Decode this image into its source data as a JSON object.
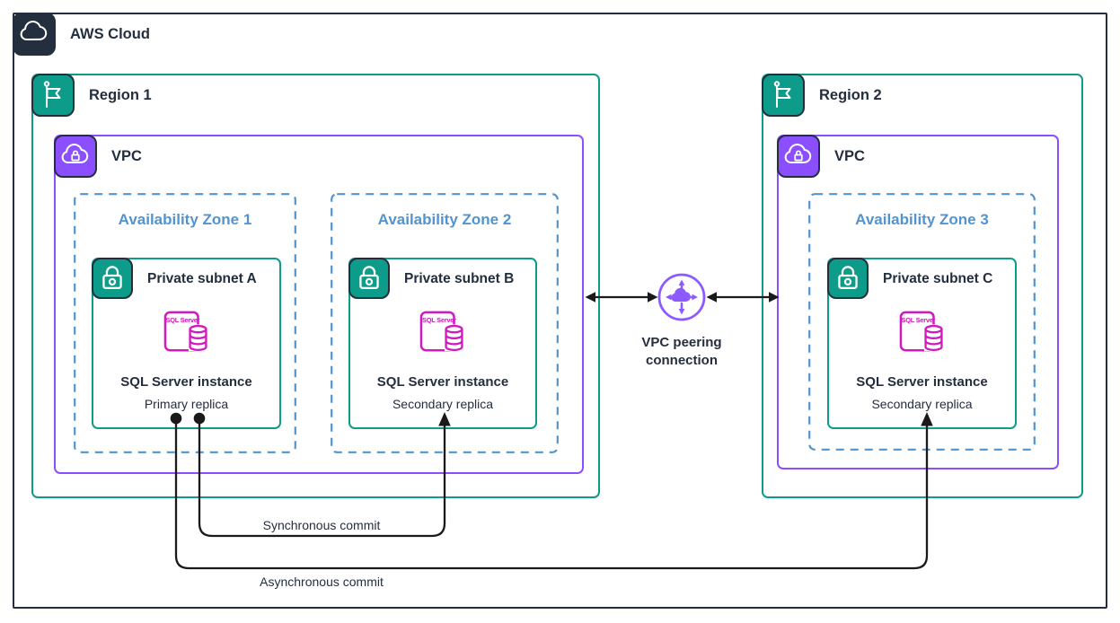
{
  "aws_cloud_label": "AWS Cloud",
  "regions": [
    {
      "label": "Region 1"
    },
    {
      "label": "Region 2"
    }
  ],
  "vpc": {
    "label": "VPC"
  },
  "availability_zones": [
    {
      "label": "Availability Zone 1"
    },
    {
      "label": "Availability Zone 2"
    },
    {
      "label": "Availability Zone 3"
    }
  ],
  "subnets": [
    {
      "label": "Private subnet A",
      "instance": "SQL Server instance",
      "replica": "Primary replica"
    },
    {
      "label": "Private subnet B",
      "instance": "SQL Server instance",
      "replica": "Secondary replica"
    },
    {
      "label": "Private subnet C",
      "instance": "SQL Server instance",
      "replica": "Secondary replica"
    }
  ],
  "sql_icon_label": "SQL Server",
  "peering": {
    "label": "VPC peering connection"
  },
  "connections": [
    {
      "label": "Synchronous commit"
    },
    {
      "label": "Asynchronous commit"
    }
  ],
  "colors": {
    "dark_navy": "#232F3E",
    "teal": "#0E9C8A",
    "vpc_purple": "#8C4FFF",
    "peering_purple": "#8C5BFF",
    "az_blue": "#5294CF",
    "sql_magenta": "#D019BE",
    "arrow_black": "#1A1A1A"
  }
}
